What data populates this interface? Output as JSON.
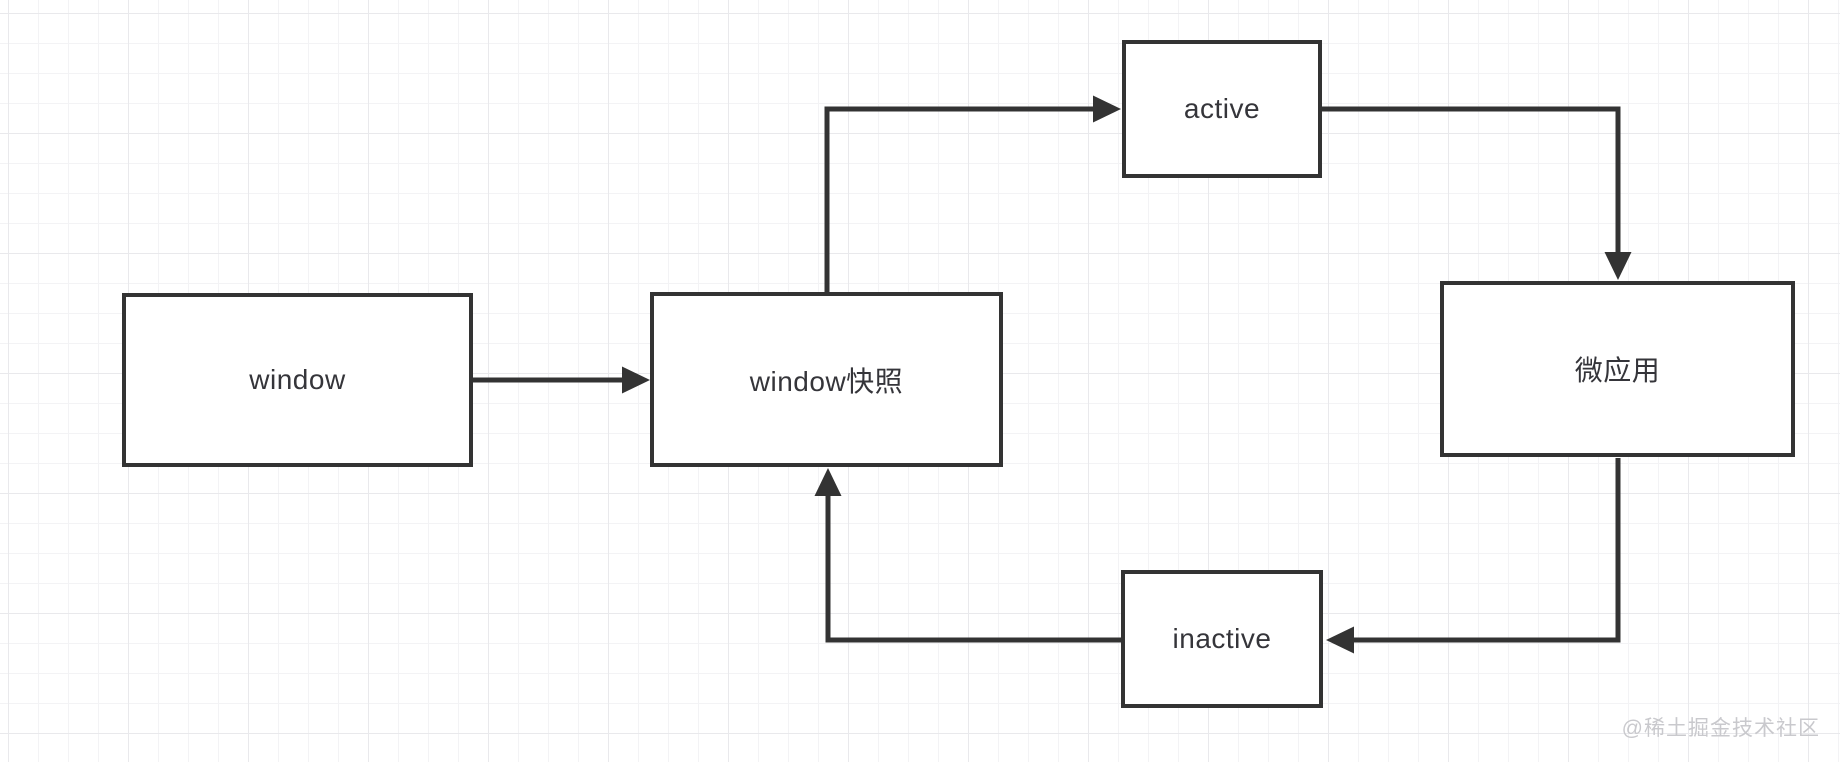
{
  "diagram": {
    "title": "micro-app window snapshot lifecycle flowchart",
    "nodes": [
      {
        "id": "window",
        "label": "window"
      },
      {
        "id": "window-snapshot",
        "label": "window快照"
      },
      {
        "id": "active",
        "label": "active"
      },
      {
        "id": "micro-app",
        "label": "微应用"
      },
      {
        "id": "inactive",
        "label": "inactive"
      }
    ],
    "edges": [
      {
        "from": "window",
        "to": "window-snapshot",
        "direction": "right"
      },
      {
        "from": "window-snapshot",
        "to": "active",
        "direction": "up-right"
      },
      {
        "from": "active",
        "to": "micro-app",
        "direction": "right-down"
      },
      {
        "from": "micro-app",
        "to": "inactive",
        "direction": "down-left"
      },
      {
        "from": "inactive",
        "to": "window-snapshot",
        "direction": "left-up"
      }
    ],
    "colors": {
      "stroke": "#333333",
      "background": "#ffffff",
      "grid_minor": "#f3f3f5",
      "grid_major": "#e9e9ec",
      "watermark": "#c9c9cd"
    }
  },
  "watermark": {
    "text": "@稀土掘金技术社区"
  }
}
